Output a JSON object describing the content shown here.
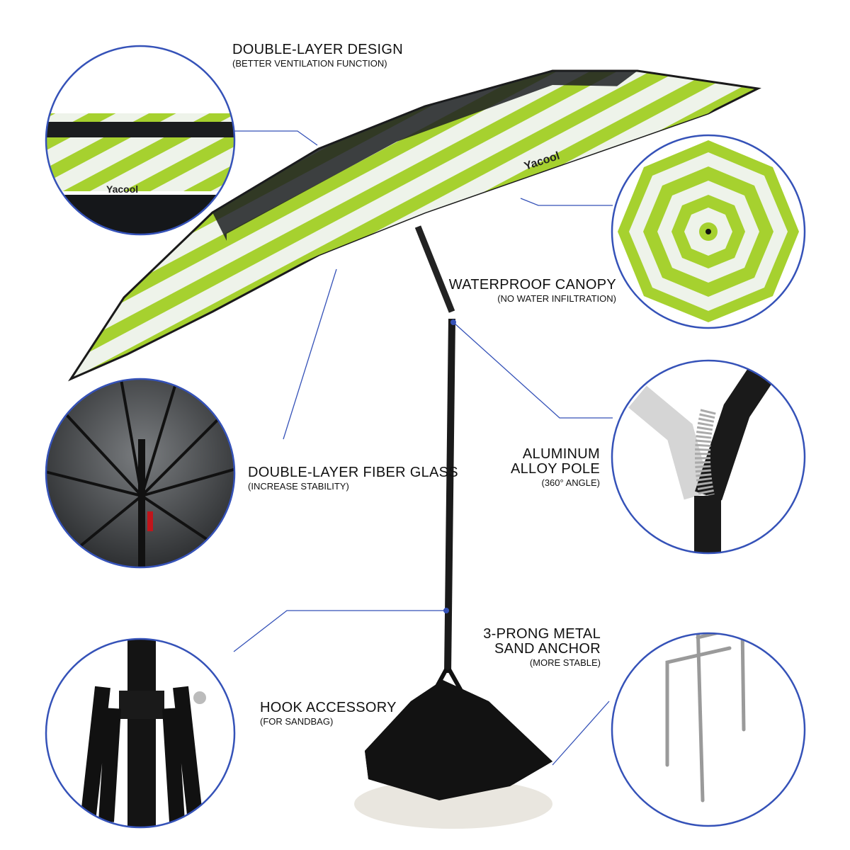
{
  "brand": {
    "logo": "Yacool",
    "accent": "#9ccc2a",
    "circle_color": "#3552b8"
  },
  "features": [
    {
      "title": "DOUBLE-LAYER DESIGN",
      "subtitle": "(BETTER VENTILATION FUNCTION)"
    },
    {
      "title": "WATERPROOF CANOPY",
      "subtitle": "(NO WATER INFILTRATION)"
    },
    {
      "title": "DOUBLE-LAYER FIBER GLASS",
      "subtitle": "(INCREASE STABILITY)"
    },
    {
      "title_line1": "ALUMINUM",
      "title_line2": "ALLOY POLE",
      "subtitle": "(360° ANGLE)"
    },
    {
      "title_line1": "3-PRONG METAL",
      "title_line2": "SAND ANCHOR",
      "subtitle": "(MORE STABLE)"
    },
    {
      "title": "HOOK ACCESSORY",
      "subtitle": "(FOR SANDBAG)"
    }
  ]
}
